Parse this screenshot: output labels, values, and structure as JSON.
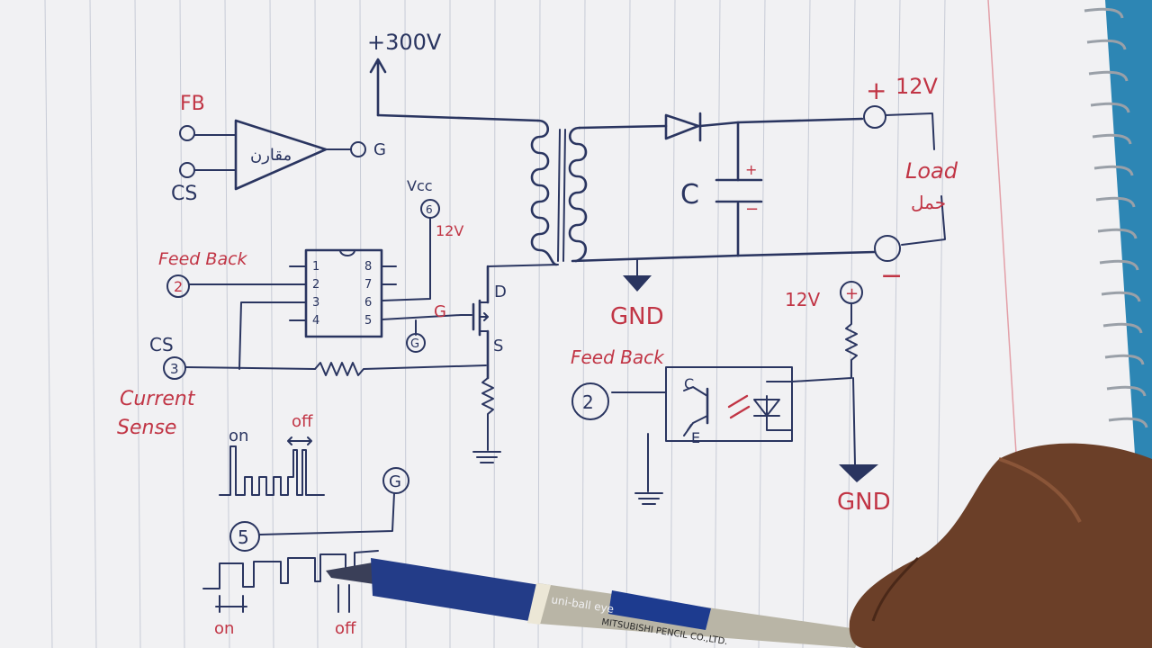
{
  "labels": {
    "v300": "+300V",
    "fb": "FB",
    "cs": "CS",
    "g_out": "G",
    "amp": "مقارن",
    "vcc": "Vcc",
    "vcc_pin": "6",
    "vcc_12v": "12V",
    "feedback_left": "Feed Back",
    "fb_pin": "2",
    "cs_left": "CS",
    "cs_pin": "3",
    "current_sense_1": "Current",
    "current_sense_2": "Sense",
    "ic_pins_left": [
      "1",
      "2",
      "3",
      "4"
    ],
    "ic_pins_right": [
      "8",
      "7",
      "6",
      "5"
    ],
    "gate_g": "G",
    "gate_circle": "G",
    "drain_d": "D",
    "source_s": "S",
    "gnd_mid": "GND",
    "cap_c": "C",
    "cap_plus": "+",
    "cap_minus": "−",
    "plus_12v_sign": "+",
    "plus_12v": "12V",
    "minus_sign": "−",
    "load_1": "Load",
    "load_2": "حمل",
    "opto_12v": "12V",
    "opto_plus": "+",
    "feedback_right": "Feed Back",
    "opto_pin": "2",
    "opto_c": "C",
    "opto_e": "E",
    "gnd_right": "GND",
    "wave_on_top": "on",
    "wave_off_top": "off",
    "pin5": "5",
    "g_wave": "G",
    "wave_on_bottom": "on",
    "wave_off_bottom": "off",
    "pen_brand": "uni-ball eye",
    "pen_maker": "MITSUBISHI PENCIL CO.,LTD."
  },
  "colors": {
    "paper": "#f1f1f3",
    "ink_blue": "#2a3560",
    "ink_red": "#c13545",
    "background": "#2d86b4",
    "skin": "#6b3f28",
    "pen_body": "#b9b5a6"
  }
}
